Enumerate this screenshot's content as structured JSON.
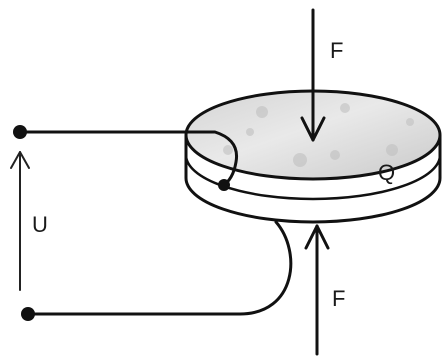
{
  "labels": {
    "force_top": "F",
    "force_bottom": "F",
    "voltage": "U",
    "charge": "Q"
  }
}
